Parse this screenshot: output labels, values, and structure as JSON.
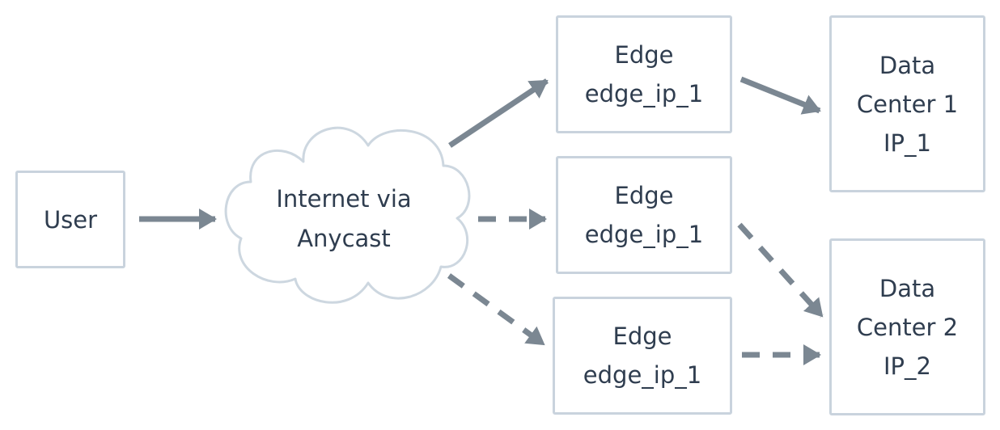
{
  "diagram": {
    "user": {
      "label": "User"
    },
    "internet": {
      "line1": "Internet via",
      "line2": "Anycast"
    },
    "edges": [
      {
        "line1": "Edge",
        "line2": "edge_ip_1"
      },
      {
        "line1": "Edge",
        "line2": "edge_ip_1"
      },
      {
        "line1": "Edge",
        "line2": "edge_ip_1"
      }
    ],
    "datacenters": [
      {
        "line1": "Data",
        "line2": "Center 1",
        "line3": "IP_1"
      },
      {
        "line1": "Data",
        "line2": "Center 2",
        "line3": "IP_2"
      }
    ],
    "colors": {
      "arrow": "#7b8792",
      "box_border": "#c9d3dd",
      "cloud_border": "#cdd7e0",
      "text": "#2f3d4f"
    }
  }
}
